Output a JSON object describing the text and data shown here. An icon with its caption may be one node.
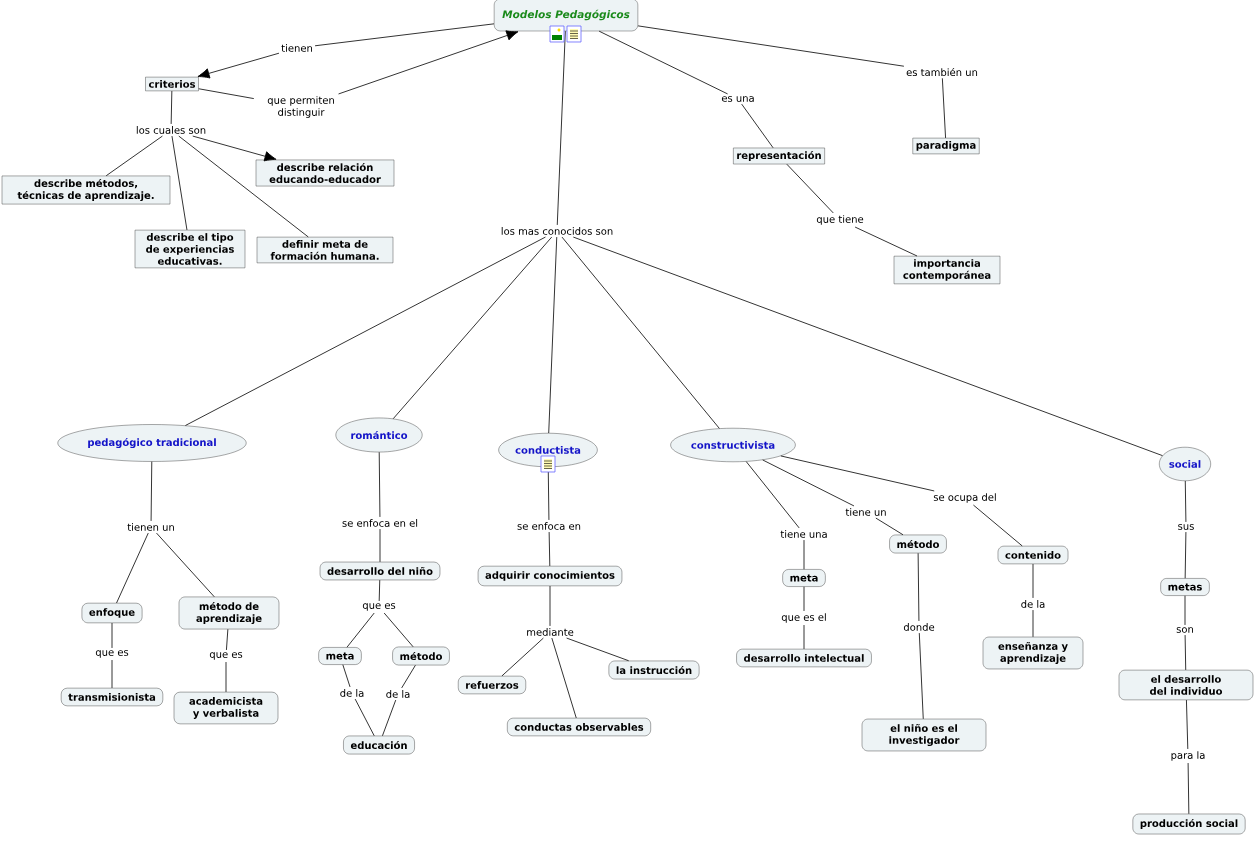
{
  "diagram": {
    "nodes": [
      {
        "text": [
          "Modelos Pedagógicos"
        ]
      },
      {
        "text": [
          "tienen"
        ]
      },
      {
        "text": [
          "criterios"
        ]
      },
      {
        "text": [
          "que permiten distinguir"
        ]
      },
      {
        "text": [
          "los cuales son"
        ]
      },
      {
        "text": [
          "describe métodos, técnicas de aprendizaje."
        ]
      },
      {
        "text": [
          "describe relación educando-educador"
        ]
      },
      {
        "text": [
          "describe el tipo de experiencias educativas."
        ]
      },
      {
        "text": [
          "definir meta de formación humana."
        ]
      },
      {
        "text": [
          "es una"
        ]
      },
      {
        "text": [
          "representación"
        ]
      },
      {
        "text": [
          "es también un"
        ]
      },
      {
        "text": [
          "paradigma"
        ]
      },
      {
        "text": [
          "que tiene"
        ]
      },
      {
        "text": [
          "importancia contemporánea"
        ]
      },
      {
        "text": [
          "los mas conocidos son"
        ]
      },
      {
        "text": [
          "pedagógico tradicional"
        ]
      },
      {
        "text": [
          "romántico"
        ]
      },
      {
        "text": [
          "conductista"
        ]
      },
      {
        "text": [
          "constructivista"
        ]
      },
      {
        "text": [
          "social"
        ]
      },
      {
        "text": [
          "tienen un"
        ]
      },
      {
        "text": [
          "enfoque"
        ]
      },
      {
        "text": [
          "método de aprendizaje"
        ]
      },
      {
        "text": [
          "que es"
        ]
      },
      {
        "text": [
          "que es"
        ]
      },
      {
        "text": [
          "transmisionista"
        ]
      },
      {
        "text": [
          "academicista y verbalista"
        ]
      },
      {
        "text": [
          "se enfoca en el"
        ]
      },
      {
        "text": [
          "desarrollo del niño"
        ]
      },
      {
        "text": [
          "que es"
        ]
      },
      {
        "text": [
          "meta"
        ]
      },
      {
        "text": [
          "método"
        ]
      },
      {
        "text": [
          "de la"
        ]
      },
      {
        "text": [
          "de la"
        ]
      },
      {
        "text": [
          "educación"
        ]
      },
      {
        "text": [
          "se enfoca en"
        ]
      },
      {
        "text": [
          "adquirir conocimientos"
        ]
      },
      {
        "text": [
          "mediante"
        ]
      },
      {
        "text": [
          "refuerzos"
        ]
      },
      {
        "text": [
          "la instrucción"
        ]
      },
      {
        "text": [
          "conductas observables"
        ]
      },
      {
        "text": [
          "tiene una"
        ]
      },
      {
        "text": [
          "meta"
        ]
      },
      {
        "text": [
          "que es el"
        ]
      },
      {
        "text": [
          "desarrollo intelectual"
        ]
      },
      {
        "text": [
          "tiene un"
        ]
      },
      {
        "text": [
          "método"
        ]
      },
      {
        "text": [
          "donde"
        ]
      },
      {
        "text": [
          "el niño es el investigador"
        ]
      },
      {
        "text": [
          "se ocupa del"
        ]
      },
      {
        "text": [
          "contenido"
        ]
      },
      {
        "text": [
          "de la"
        ]
      },
      {
        "text": [
          "enseñanza y aprendizaje"
        ]
      },
      {
        "text": [
          "sus"
        ]
      },
      {
        "text": [
          "metas"
        ]
      },
      {
        "text": [
          "son"
        ]
      },
      {
        "text": [
          "el desarrollo del individuo"
        ]
      },
      {
        "text": [
          "para la"
        ]
      },
      {
        "text": [
          "producción social"
        ]
      }
    ],
    "edges": [
      {
        "from": 0,
        "to": 1,
        "arrow": "none"
      },
      {
        "from": 1,
        "to": 2,
        "arrow": "to"
      },
      {
        "from": 2,
        "to": 3,
        "arrow": "none"
      },
      {
        "from": 3,
        "to": 0,
        "arrow": "to"
      },
      {
        "from": 2,
        "to": 4,
        "arrow": "none"
      },
      {
        "from": 4,
        "to": 5,
        "arrow": "none"
      },
      {
        "from": 4,
        "to": 6,
        "arrow": "to"
      },
      {
        "from": 4,
        "to": 7,
        "arrow": "none"
      },
      {
        "from": 4,
        "to": 8,
        "arrow": "none"
      },
      {
        "from": 0,
        "to": 9,
        "arrow": "none"
      },
      {
        "from": 9,
        "to": 10,
        "arrow": "none"
      },
      {
        "from": 0,
        "to": 11,
        "arrow": "none"
      },
      {
        "from": 11,
        "to": 12,
        "arrow": "none"
      },
      {
        "from": 10,
        "to": 13,
        "arrow": "none"
      },
      {
        "from": 13,
        "to": 14,
        "arrow": "none"
      },
      {
        "from": 0,
        "to": 15,
        "arrow": "none"
      },
      {
        "from": 15,
        "to": 16,
        "arrow": "none"
      },
      {
        "from": 15,
        "to": 17,
        "arrow": "none"
      },
      {
        "from": 15,
        "to": 18,
        "arrow": "none"
      },
      {
        "from": 15,
        "to": 19,
        "arrow": "none"
      },
      {
        "from": 15,
        "to": 20,
        "arrow": "none"
      },
      {
        "from": 16,
        "to": 21,
        "arrow": "none"
      },
      {
        "from": 21,
        "to": 22,
        "arrow": "none"
      },
      {
        "from": 21,
        "to": 23,
        "arrow": "none"
      },
      {
        "from": 22,
        "to": 24,
        "arrow": "none"
      },
      {
        "from": 24,
        "to": 26,
        "arrow": "none"
      },
      {
        "from": 23,
        "to": 25,
        "arrow": "none"
      },
      {
        "from": 25,
        "to": 27,
        "arrow": "none"
      },
      {
        "from": 17,
        "to": 28,
        "arrow": "none"
      },
      {
        "from": 28,
        "to": 29,
        "arrow": "none"
      },
      {
        "from": 29,
        "to": 30,
        "arrow": "none"
      },
      {
        "from": 30,
        "to": 31,
        "arrow": "none"
      },
      {
        "from": 30,
        "to": 32,
        "arrow": "none"
      },
      {
        "from": 31,
        "to": 33,
        "arrow": "none"
      },
      {
        "from": 33,
        "to": 35,
        "arrow": "none"
      },
      {
        "from": 32,
        "to": 34,
        "arrow": "none"
      },
      {
        "from": 34,
        "to": 35,
        "arrow": "none"
      },
      {
        "from": 18,
        "to": 36,
        "arrow": "none"
      },
      {
        "from": 36,
        "to": 37,
        "arrow": "none"
      },
      {
        "from": 37,
        "to": 38,
        "arrow": "none"
      },
      {
        "from": 38,
        "to": 39,
        "arrow": "none"
      },
      {
        "from": 38,
        "to": 40,
        "arrow": "none"
      },
      {
        "from": 38,
        "to": 41,
        "arrow": "none"
      },
      {
        "from": 19,
        "to": 42,
        "arrow": "none"
      },
      {
        "from": 42,
        "to": 43,
        "arrow": "none"
      },
      {
        "from": 43,
        "to": 44,
        "arrow": "none"
      },
      {
        "from": 44,
        "to": 45,
        "arrow": "none"
      },
      {
        "from": 19,
        "to": 46,
        "arrow": "none"
      },
      {
        "from": 46,
        "to": 47,
        "arrow": "none"
      },
      {
        "from": 47,
        "to": 48,
        "arrow": "none"
      },
      {
        "from": 48,
        "to": 49,
        "arrow": "none"
      },
      {
        "from": 19,
        "to": 50,
        "arrow": "none"
      },
      {
        "from": 50,
        "to": 51,
        "arrow": "none"
      },
      {
        "from": 51,
        "to": 52,
        "arrow": "none"
      },
      {
        "from": 52,
        "to": 53,
        "arrow": "none"
      },
      {
        "from": 20,
        "to": 54,
        "arrow": "none"
      },
      {
        "from": 54,
        "to": 55,
        "arrow": "none"
      },
      {
        "from": 55,
        "to": 56,
        "arrow": "none"
      },
      {
        "from": 56,
        "to": 57,
        "arrow": "none"
      },
      {
        "from": 57,
        "to": 58,
        "arrow": "none"
      },
      {
        "from": 58,
        "to": 59,
        "arrow": "none"
      }
    ]
  }
}
